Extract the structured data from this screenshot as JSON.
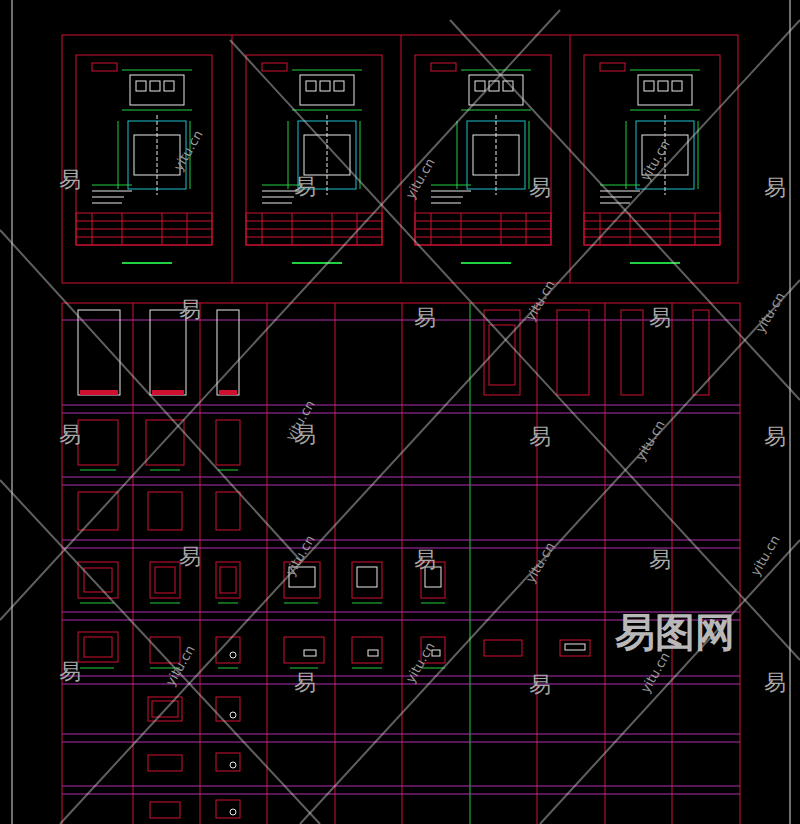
{
  "diagram": {
    "labels": [
      "易",
      "易",
      "易",
      "易",
      "易",
      "易",
      "易",
      "易",
      "易",
      "易",
      "易",
      "易",
      "易",
      "易",
      "易",
      "易",
      "易",
      "易",
      "yitu.cn",
      "yitu.cn",
      "yitu.cn",
      "yitu.cn",
      "yitu.cn",
      "yitu.cn",
      "yitu.cn",
      "yitu.cn",
      "yitu.cn",
      "yitu.cn",
      "yitu.cn",
      "yitu.cn",
      "yitu.cn",
      "易图网"
    ]
  }
}
